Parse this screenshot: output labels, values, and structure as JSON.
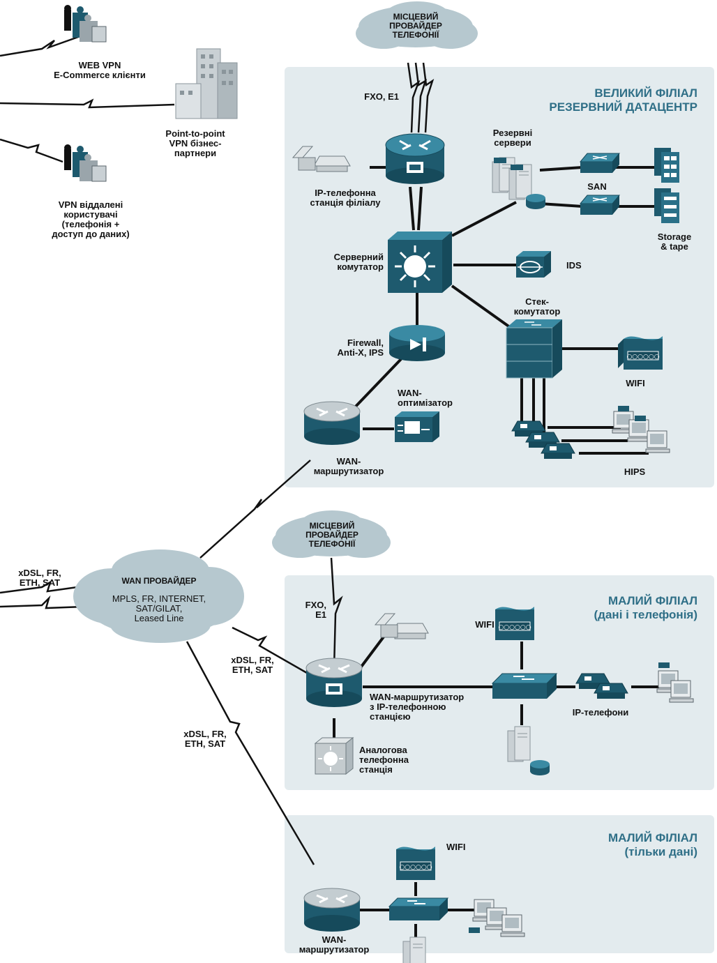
{
  "titles": {
    "large_branch": "ВЕЛИКИЙ ФІЛІАЛ\nРЕЗЕРВНИЙ ДАТАЦЕНТР",
    "small_branch_voice": "МАЛИЙ ФІЛІАЛ\n(дані і телефонія)",
    "small_branch_data": "МАЛИЙ ФІЛІАЛ\n(тільки дані)"
  },
  "clouds": {
    "local_provider": "МІСЦЕВИЙ\nПРОВАЙДЕР\nТЕЛЕФОНІЇ",
    "wan_provider_title": "WAN ПРОВАЙДЕР",
    "wan_provider_desc": "MPLS, FR, INTERNET,\nSAT/GILAT,\nLeased Line"
  },
  "remote": {
    "web_vpn": "WEB VPN\nE-Commerce клієнти",
    "p2p_vpn": "Point-to-point\nVPN бізнес-\nпартнери",
    "vpn_users": "VPN віддалені\nкористувачі\n(телефонія +\nдоступ до даних)"
  },
  "large": {
    "fxo_e1": "FXO, E1",
    "ip_pbx": "IP-телефонна\nстанція філіалу",
    "backup_servers": "Резервні\nсервери",
    "san": "SAN",
    "storage": "Storage\n& tape",
    "server_switch": "Серверний\nкомутатор",
    "ids": "IDS",
    "stack_switch": "Стек-\nкомутатор",
    "firewall": "Firewall,\nAnti-X, IPS",
    "wan_optimizer": "WAN-\nоптимізатор",
    "wifi": "WIFI",
    "wan_router": "WAN-\nмаршрутизатор",
    "hips": "HIPS"
  },
  "links": {
    "left_link": "xDSL, FR,\nETH, SAT",
    "mid_link": "xDSL, FR,\nETH, SAT",
    "low_link": "xDSL, FR,\nETH, SAT"
  },
  "small_voice": {
    "fxo_e1": "FXO,\nE1",
    "wifi": "WIFI",
    "router": "WAN-маршрутизатор\nз IP-телефонною\nстанцією",
    "ip_phones": "IP-телефони",
    "analog_pbx": "Аналогова\nтелефонна\nстанція"
  },
  "small_data": {
    "wifi": "WIFI",
    "router": "WAN-\nмаршрутизатор"
  },
  "colors": {
    "panel": "#e3ebee",
    "title": "#2f6f87",
    "device_dark": "#1e5a6e",
    "device_light": "#b9c3c8",
    "cloud": "#b6c8cf"
  }
}
